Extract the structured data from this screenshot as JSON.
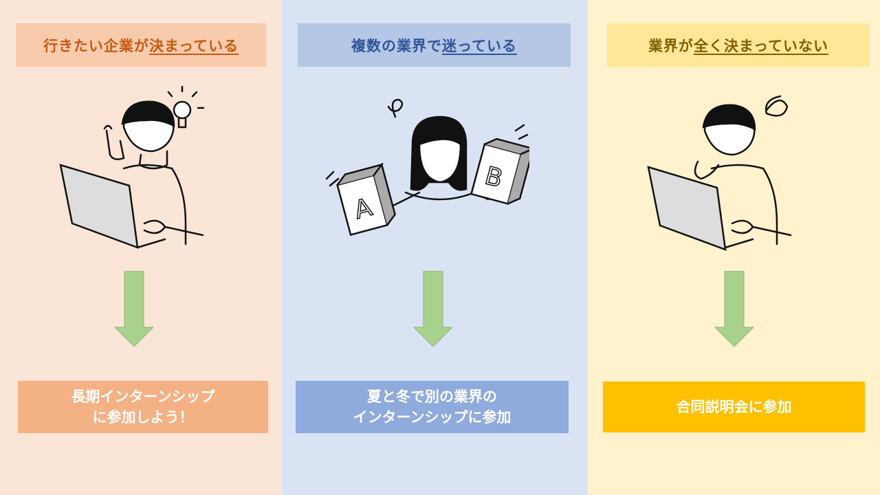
{
  "columns": [
    {
      "header_plain": "行きたい企業が",
      "header_underlined": "決まっている",
      "result": "長期インターンシップ\nに参加しよう！",
      "illustration": "person-laptop-idea-icon",
      "colors": {
        "bg": "#fbe5d6",
        "header_bg": "#f8cbad",
        "header_text": "#c55a11",
        "result_bg": "#f4b183"
      }
    },
    {
      "header_plain": "複数の業界で",
      "header_underlined": "迷っている",
      "result": "夏と冬で別の業界の\nインターンシップに参加",
      "illustration": "person-choosing-a-b-icon",
      "colors": {
        "bg": "#dae3f3",
        "header_bg": "#b4c7e7",
        "header_text": "#2f5597",
        "result_bg": "#8faadc"
      }
    },
    {
      "header_plain": "業界が",
      "header_underlined": "全く決まっていない",
      "result": "合同説明会に参加",
      "illustration": "person-laptop-confused-icon",
      "colors": {
        "bg": "#fff2cc",
        "header_bg": "#ffe699",
        "header_text": "#7f6000",
        "result_bg": "#ffc000"
      }
    }
  ],
  "arrow_color": "#a9d18e"
}
